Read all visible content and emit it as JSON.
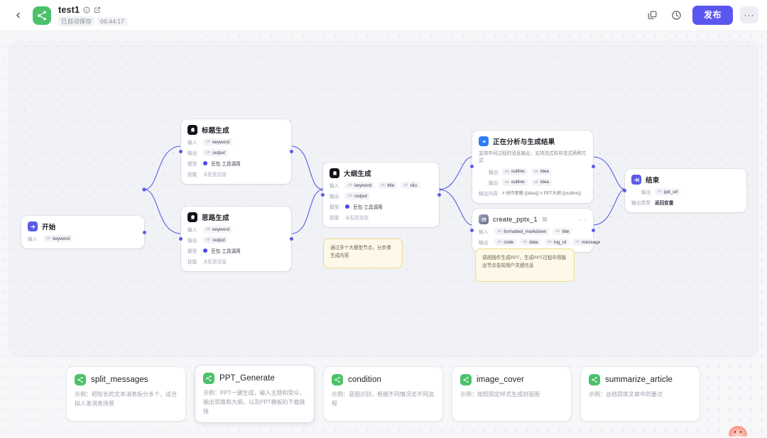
{
  "header": {
    "back_icon": "chevron-left-icon",
    "app_icon": "workflow-share-icon",
    "title": "test1",
    "info_icon": "info-circle-icon",
    "edit_icon": "edit-square-icon",
    "autosave_label": "已自动保存",
    "autosave_time": "06:44:17",
    "copy_icon": "duplicate-icon",
    "history_icon": "clock-history-icon",
    "publish_label": "发布",
    "more_label": "···"
  },
  "canvas": {
    "nodes": [
      {
        "id": "start",
        "title": "开始",
        "icon": "start-arrow-icon",
        "icon_color": "purple",
        "rows": [
          {
            "label": "输入",
            "tags": [
              {
                "type": "str",
                "name": "keyword"
              }
            ]
          }
        ]
      },
      {
        "id": "title_gen",
        "title": "标题生成",
        "icon": "llm-icon",
        "icon_color": "black",
        "rows": [
          {
            "label": "输入",
            "tags": [
              {
                "type": "str",
                "name": "keyword"
              }
            ]
          },
          {
            "label": "输出",
            "tags": [
              {
                "type": "str",
                "name": "output"
              }
            ]
          },
          {
            "label": "模型",
            "model": "豆包·工具调用"
          },
          {
            "label": "技能",
            "muted": "未配置技能"
          }
        ]
      },
      {
        "id": "idea_gen",
        "title": "思路生成",
        "icon": "llm-icon",
        "icon_color": "black",
        "rows": [
          {
            "label": "输入",
            "tags": [
              {
                "type": "str",
                "name": "keyword"
              }
            ]
          },
          {
            "label": "输出",
            "tags": [
              {
                "type": "str",
                "name": "output"
              }
            ]
          },
          {
            "label": "模型",
            "model": "豆包·工具调用"
          },
          {
            "label": "技能",
            "muted": "未配置技能"
          }
        ]
      },
      {
        "id": "outline_gen",
        "title": "大纲生成",
        "icon": "llm-icon",
        "icon_color": "black",
        "rows": [
          {
            "label": "输入",
            "tags": [
              {
                "type": "str",
                "name": "keyword"
              },
              {
                "type": "str",
                "name": "title"
              },
              {
                "type": "str",
                "name": "silu"
              }
            ]
          },
          {
            "label": "输出",
            "tags": [
              {
                "type": "str",
                "name": "output"
              }
            ]
          },
          {
            "label": "模型",
            "model": "豆包·工具调用"
          },
          {
            "label": "技能",
            "muted": "未配置技能"
          }
        ]
      },
      {
        "id": "output_node",
        "title": "正在分析与生成结果",
        "icon": "message-output-icon",
        "icon_color": "blue",
        "description": "支持中间过程的消息输出，支持流式和非流式两种方式",
        "rows": [
          {
            "label": "输出",
            "tags": [
              {
                "type": "str",
                "name": "outline"
              },
              {
                "type": "str",
                "name": "idea"
              }
            ]
          },
          {
            "label": "输出",
            "tags": [
              {
                "type": "str",
                "name": "outline"
              },
              {
                "type": "str",
                "name": "idea"
              }
            ]
          },
          {
            "label": "输出内容",
            "content": "# 创作思路 {{idea}} # PPT大纲 {{outline}}"
          }
        ]
      },
      {
        "id": "create_pptx",
        "title": "create_pptx_1",
        "icon": "plugin-icon",
        "icon_color": "plugin",
        "head_icon": "plugin-badge-icon",
        "menu_label": "···",
        "rows": [
          {
            "label": "输入",
            "tags": [
              {
                "type": "str",
                "name": "formatted_markdown"
              },
              {
                "type": "str",
                "name": "title"
              }
            ]
          },
          {
            "label": "输出",
            "tags": [
              {
                "type": "str",
                "name": "code"
              },
              {
                "type": "str",
                "name": "data"
              },
              {
                "type": "str",
                "name": "log_id"
              },
              {
                "type": "str",
                "name": "message"
              }
            ],
            "overflow": "···"
          }
        ]
      },
      {
        "id": "end",
        "title": "结束",
        "icon": "end-arrow-icon",
        "icon_color": "purple",
        "rows": [
          {
            "label": "输出",
            "tags": [
              {
                "type": "str",
                "name": "ppt_url"
              }
            ]
          },
          {
            "label": "输出类型",
            "plainvalue": "返回变量"
          }
        ]
      }
    ],
    "notes": [
      {
        "id": "note1",
        "text": "通过多个大模型节点，分步骤生成内容"
      },
      {
        "id": "note2",
        "text": "调用插件生成PPT，生成PPT过程中用输出节点告知用户关键信息"
      }
    ]
  },
  "templates": [
    {
      "name": "split_messages",
      "desc": "示例：把较长的文本消息拆分多个，适合拟人发消息场景",
      "selected": false
    },
    {
      "name": "PPT_Generate",
      "desc": "示例：PPT一键生成，输入主题和受众，输出思路和大纲，以及PPT模板的下载链接",
      "selected": true
    },
    {
      "name": "condition",
      "desc": "示例：意图识别，根据不同情况走不同流程",
      "selected": false
    },
    {
      "name": "image_cover",
      "desc": "示例：按照固定样式生成封面图",
      "selected": false
    },
    {
      "name": "summarize_article",
      "desc": "示例：总结提炼文章中的要点",
      "selected": false
    }
  ],
  "colors": {
    "accent": "#5b56f0",
    "brand_green": "#4cc16a",
    "node_port": "#5b5bea",
    "edge": "#5b5bea",
    "note_bg": "#fdf8e7",
    "note_border": "#f0d98e"
  }
}
